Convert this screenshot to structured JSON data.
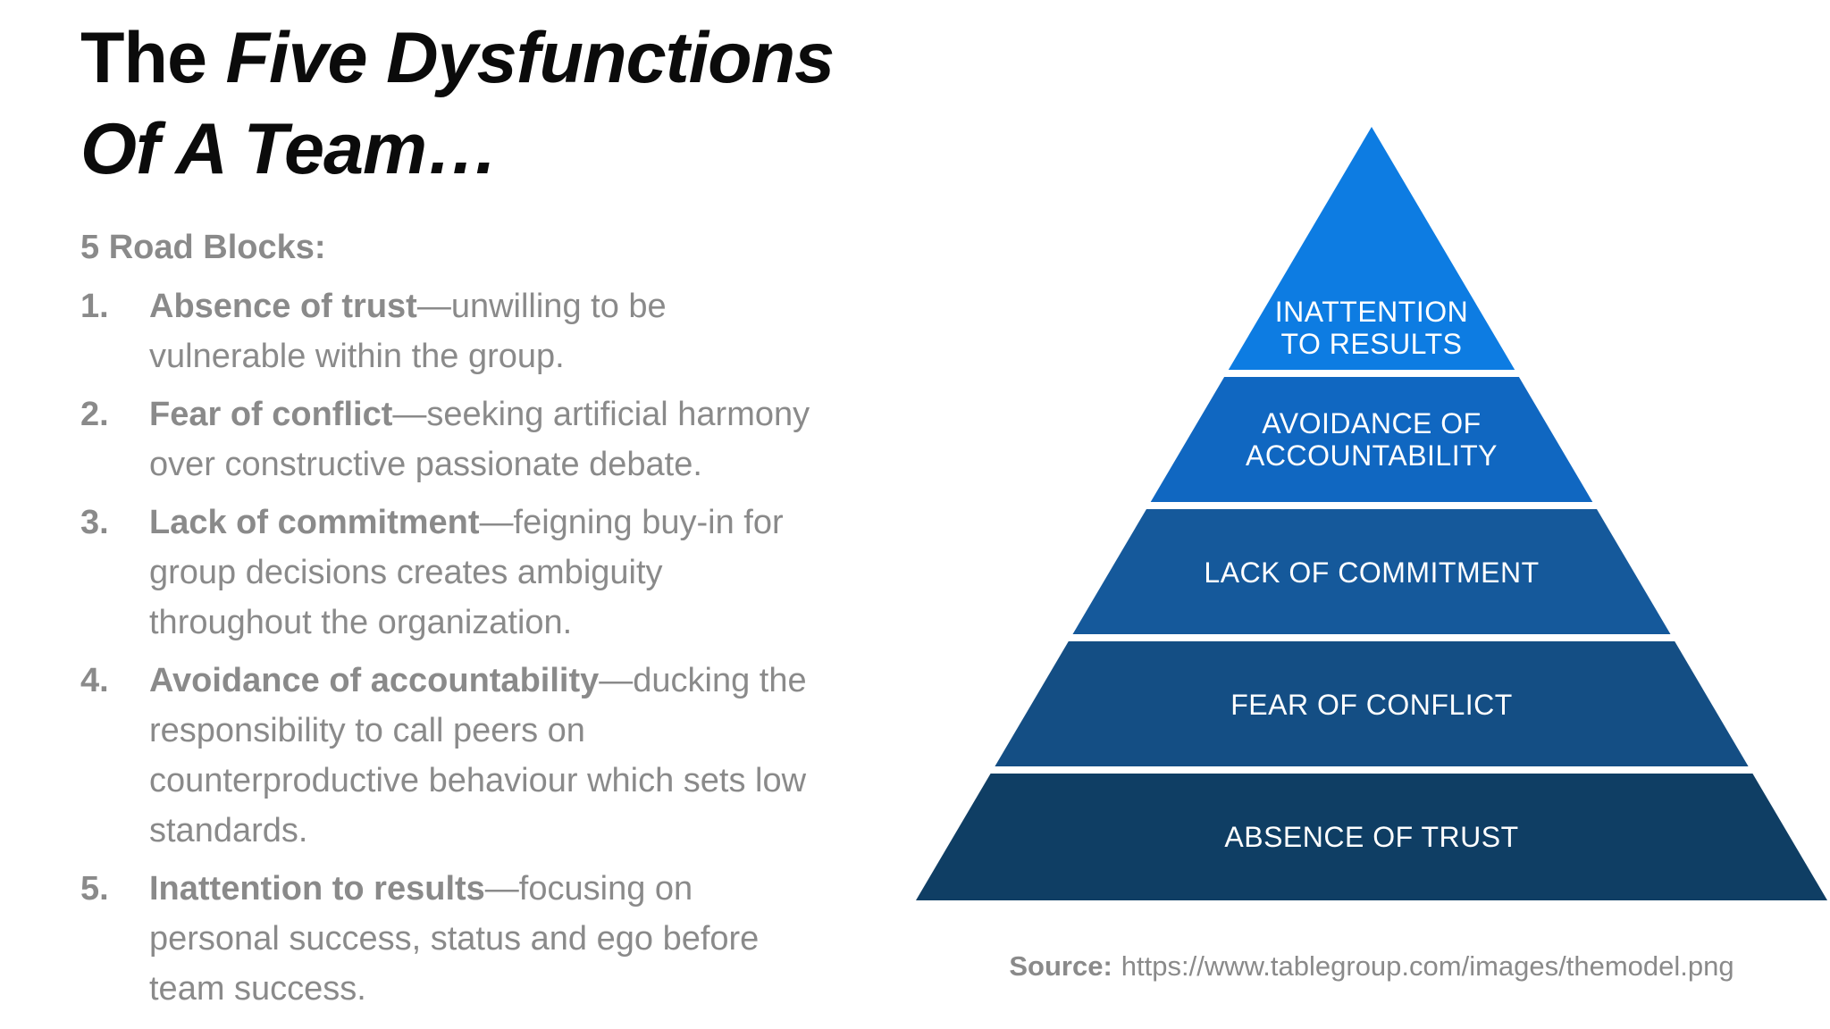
{
  "title": {
    "the": "The ",
    "line1_italic": "Five Dysfunctions",
    "line2_italic": "Of A Team…"
  },
  "roadblocks": {
    "heading": "5 Road Blocks:",
    "items": [
      {
        "number": "1.",
        "term": "Absence of trust",
        "rest": "—unwilling to be vulnerable within the group."
      },
      {
        "number": "2.",
        "term": "Fear of conflict",
        "rest": "—seeking artificial harmony over constructive passionate debate."
      },
      {
        "number": "3.",
        "term": "Lack of commitment",
        "rest": "—feigning buy-in for group decisions creates ambiguity throughout the organization."
      },
      {
        "number": "4.",
        "term": "Avoidance of accountability",
        "rest": "—ducking the responsibility to call peers on counterproductive behaviour which sets low standards."
      },
      {
        "number": "5.",
        "term": "Inattention to results",
        "rest": "—focusing on personal success, status and ego before team success."
      }
    ]
  },
  "pyramid": {
    "text_color": "#ffffff",
    "levels": [
      {
        "label": "INATTENTION TO RESULTS",
        "lines": [
          "INATTENTION",
          "TO RESULTS"
        ],
        "color": "#0D7CE2"
      },
      {
        "label": "AVOIDANCE OF ACCOUNTABILITY",
        "lines": [
          "AVOIDANCE OF",
          "ACCOUNTABILITY"
        ],
        "color": "#1067C1"
      },
      {
        "label": "LACK OF COMMITMENT",
        "lines": [
          "LACK OF COMMITMENT"
        ],
        "color": "#15599B"
      },
      {
        "label": "FEAR OF CONFLICT",
        "lines": [
          "FEAR OF CONFLICT"
        ],
        "color": "#144E84"
      },
      {
        "label": "ABSENCE OF TRUST",
        "lines": [
          "ABSENCE OF TRUST"
        ],
        "color": "#0F3E64"
      }
    ]
  },
  "source": {
    "label": "Source:",
    "url": "https://www.tablegroup.com/images/themodel.png"
  }
}
